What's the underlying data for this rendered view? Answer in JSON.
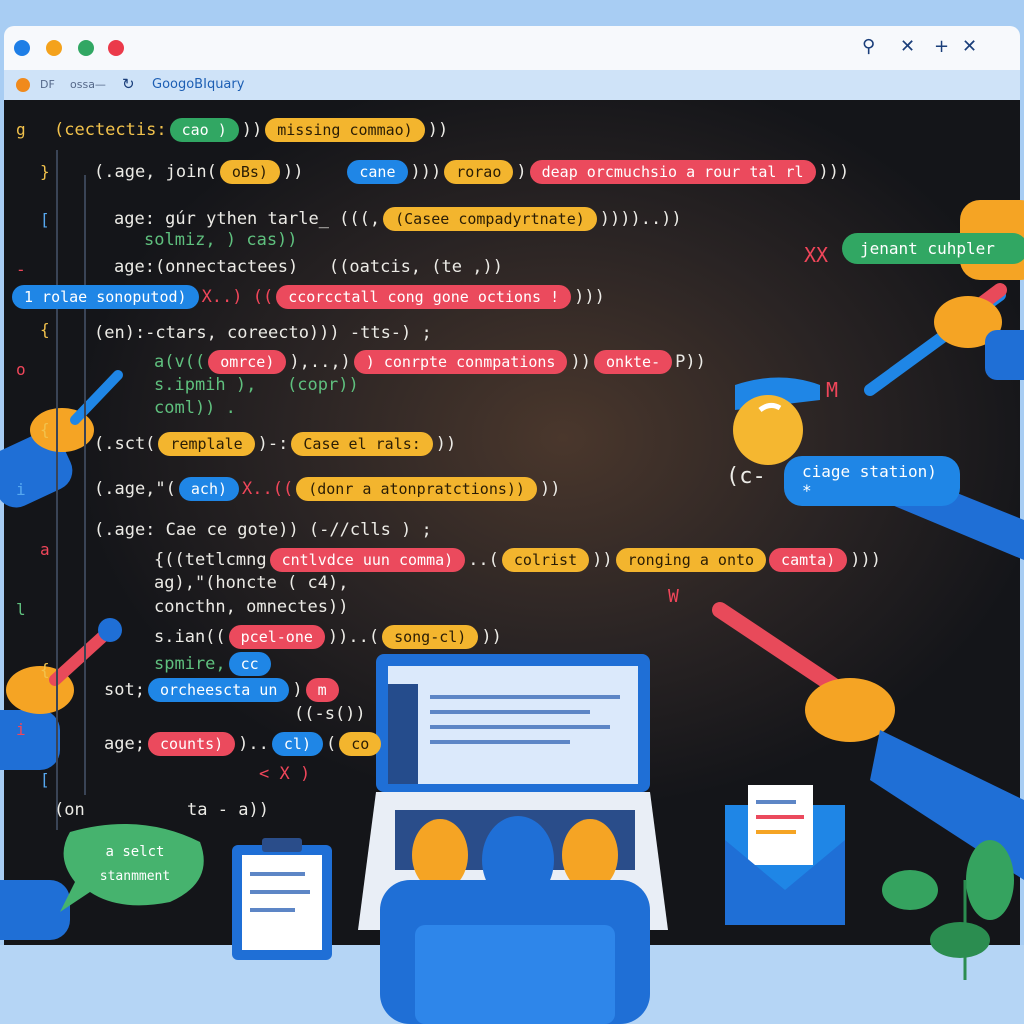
{
  "window": {
    "controls": [
      "#1e7ee6",
      "#f4a21c",
      "#31a763",
      "#eb3a4a"
    ],
    "toolbar_icons": [
      "search-icon",
      "close-icon",
      "plus-icon",
      "close-icon"
    ],
    "toolbar_glyphs": [
      "⚲",
      "✕",
      "+",
      "✕"
    ]
  },
  "address_bar": {
    "label1": "DF",
    "label2": "ossa—",
    "reload_glyph": "↻",
    "title": "GoogoBIquary"
  },
  "code_lines": [
    [
      {
        "t": "(cectectis:",
        "k": "text",
        "c": "yellow"
      },
      {
        "t": "cao )",
        "k": "pill",
        "c": "green"
      },
      {
        "t": "))",
        "k": "text",
        "c": "white"
      },
      {
        "t": "missing commao)",
        "k": "pill",
        "c": "yellow"
      },
      {
        "t": "))",
        "k": "text",
        "c": "white"
      }
    ],
    [
      {
        "t": "(.age, join(",
        "k": "text",
        "c": "white"
      },
      {
        "t": "oBs)",
        "k": "pill",
        "c": "yellow"
      },
      {
        "t": "))    ",
        "k": "text",
        "c": "white"
      },
      {
        "t": "cane",
        "k": "pill",
        "c": "blue"
      },
      {
        "t": ")))",
        "k": "text",
        "c": "white"
      },
      {
        "t": "rorao",
        "k": "pill",
        "c": "yellow"
      },
      {
        "t": ")",
        "k": "text",
        "c": "white"
      },
      {
        "t": "deap orcmuchsio a rour tal rl",
        "k": "pill",
        "c": "red"
      },
      {
        "t": ")))",
        "k": "text",
        "c": "white"
      }
    ],
    [
      {
        "t": "age: gúr ythen tarle_ (((,",
        "k": "text",
        "c": "white"
      },
      {
        "t": "(Casee compadyrtnate)",
        "k": "pill",
        "c": "yellow"
      },
      {
        "t": "))))..))",
        "k": "text",
        "c": "white"
      }
    ],
    [
      {
        "t": "solmiz, ) cas))",
        "k": "text",
        "c": "green"
      }
    ],
    [
      {
        "t": "age:(onnectactees)   ((oatcis, (te ,))",
        "k": "text",
        "c": "white"
      }
    ],
    [
      {
        "t": "1 rolae sonoputod)",
        "k": "pill",
        "c": "blue"
      },
      {
        "t": "X..) ((",
        "k": "text",
        "c": "red"
      },
      {
        "t": "ccorcctall cong gone octions !",
        "k": "pill",
        "c": "red"
      },
      {
        "t": ")))",
        "k": "text",
        "c": "white"
      }
    ],
    [
      {
        "t": "(en):-ctars, coreecto))) -tts-) ;",
        "k": "text",
        "c": "white"
      }
    ],
    [
      {
        "t": "a(v((",
        "k": "text",
        "c": "green"
      },
      {
        "t": "omrce)",
        "k": "pill",
        "c": "red"
      },
      {
        "t": "),..,)",
        "k": "text",
        "c": "white"
      },
      {
        "t": ") conrpte conmpations",
        "k": "pill",
        "c": "red"
      },
      {
        "t": "))",
        "k": "text",
        "c": "white"
      },
      {
        "t": "onkte-",
        "k": "pill",
        "c": "red"
      },
      {
        "t": "P))",
        "k": "text",
        "c": "white"
      }
    ],
    [
      {
        "t": "s.ipmih ),   (copr))",
        "k": "text",
        "c": "green"
      }
    ],
    [
      {
        "t": "coml)) .",
        "k": "text",
        "c": "green"
      }
    ],
    [
      {
        "t": "(.sct(",
        "k": "text",
        "c": "white"
      },
      {
        "t": "remplale",
        "k": "pill",
        "c": "yellow"
      },
      {
        "t": ")-:",
        "k": "text",
        "c": "white"
      },
      {
        "t": "Case el rals:",
        "k": "pill",
        "c": "yellow"
      },
      {
        "t": "))",
        "k": "text",
        "c": "white"
      }
    ],
    [
      {
        "t": "(.age,\"(",
        "k": "text",
        "c": "white"
      },
      {
        "t": "ach)",
        "k": "pill",
        "c": "blue"
      },
      {
        "t": "X..((",
        "k": "text",
        "c": "red"
      },
      {
        "t": "(donr a atonpratctions))",
        "k": "pill",
        "c": "yellow"
      },
      {
        "t": "))",
        "k": "text",
        "c": "white"
      }
    ],
    [
      {
        "t": "(.age: Cae ce gote)) (-//clls ) ;",
        "k": "text",
        "c": "white"
      }
    ],
    [
      {
        "t": "{((tetlcmng",
        "k": "text",
        "c": "white"
      },
      {
        "t": "cntlvdce uun comma)",
        "k": "pill",
        "c": "red"
      },
      {
        "t": "..(",
        "k": "text",
        "c": "white"
      },
      {
        "t": "colrist",
        "k": "pill",
        "c": "yellow"
      },
      {
        "t": "))",
        "k": "text",
        "c": "white"
      },
      {
        "t": "ronging a onto",
        "k": "pill",
        "c": "yellow"
      },
      {
        "t": "camta)",
        "k": "pill",
        "c": "red"
      },
      {
        "t": ")))",
        "k": "text",
        "c": "white"
      }
    ],
    [
      {
        "t": "ag),\"(honcte ( c4),",
        "k": "text",
        "c": "white"
      }
    ],
    [
      {
        "t": "concthn, omnectes))",
        "k": "text",
        "c": "white"
      }
    ],
    [
      {
        "t": "s.ian((",
        "k": "text",
        "c": "white"
      },
      {
        "t": "pcel-one",
        "k": "pill",
        "c": "red"
      },
      {
        "t": "))..(",
        "k": "text",
        "c": "white"
      },
      {
        "t": "song-cl)",
        "k": "pill",
        "c": "yellow"
      },
      {
        "t": "))",
        "k": "text",
        "c": "white"
      }
    ],
    [
      {
        "t": "spmire,",
        "k": "text",
        "c": "green"
      },
      {
        "t": "cc",
        "k": "pill",
        "c": "blue"
      }
    ],
    [
      {
        "t": "sot;",
        "k": "text",
        "c": "white"
      },
      {
        "t": "orcheescta un",
        "k": "pill",
        "c": "blue"
      },
      {
        "t": ")",
        "k": "text",
        "c": "white"
      },
      {
        "t": "m",
        "k": "pill",
        "c": "red"
      }
    ],
    [
      {
        "t": "((-s())",
        "k": "text",
        "c": "white"
      }
    ],
    [
      {
        "t": "age;",
        "k": "text",
        "c": "white"
      },
      {
        "t": "counts)",
        "k": "pill",
        "c": "red"
      },
      {
        "t": ")..",
        "k": "text",
        "c": "white"
      },
      {
        "t": "cl)",
        "k": "pill",
        "c": "blue"
      },
      {
        "t": "(",
        "k": "text",
        "c": "white"
      },
      {
        "t": "co",
        "k": "pill",
        "c": "yellow"
      }
    ],
    [
      {
        "t": "< X )",
        "k": "text",
        "c": "red"
      }
    ],
    [
      {
        "t": "(on          ta - a))",
        "k": "text",
        "c": "white"
      }
    ]
  ],
  "side_labels": {
    "green_pill": "jenant cuhpler",
    "blue_pill": "ciage station)",
    "blue_pill_suffix": "*",
    "prefix": "(c-",
    "marks_xx": "XX",
    "marks_m": "M",
    "marks_w": "W"
  },
  "speech_bubble": {
    "line1": "a selct",
    "line2": "stanmment"
  }
}
